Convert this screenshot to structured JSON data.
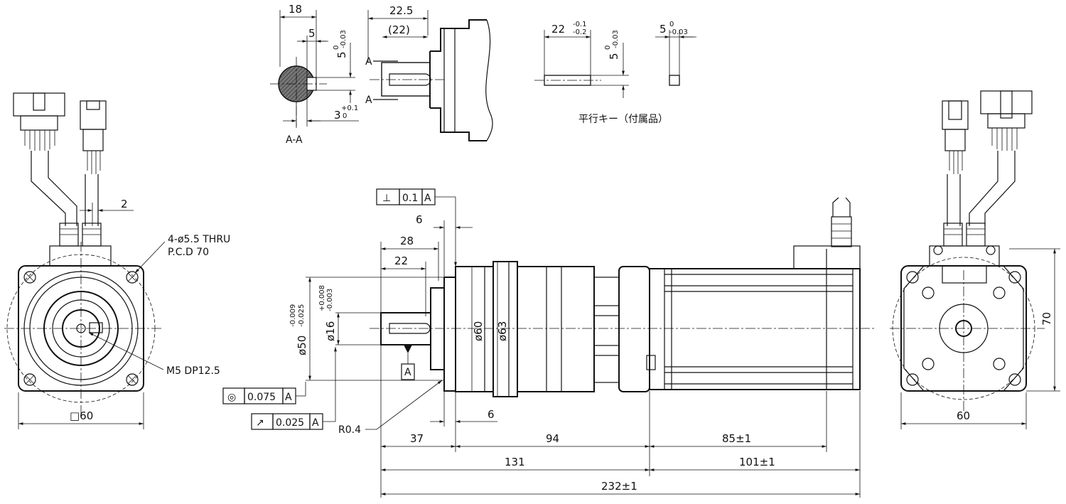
{
  "section_view": {
    "dim_18": "18",
    "dim_5": "5",
    "dim_5_base": "5",
    "dim_5_tol_up": "0",
    "dim_5_tol_lo": "-0.03",
    "dim_3_base": "3",
    "dim_3_tol_up": "+0.1",
    "dim_3_tol_lo": "0",
    "label": "A-A"
  },
  "shaft_side_view": {
    "dim_22_5": "22.5",
    "dim_22_ref": "(22)",
    "section_mark_top": "A",
    "section_mark_bottom": "A"
  },
  "key_detail": {
    "length_base": "22",
    "length_tol_up": "-0.1",
    "length_tol_lo": "-0.2",
    "height_base": "5",
    "height_tol_up": "0",
    "height_tol_lo": "-0.03",
    "width_base": "5",
    "width_tol_up": "0",
    "width_tol_lo": "-0.03",
    "caption": "平行キー（付属品）"
  },
  "front_view": {
    "dim_2": "2",
    "holes_note_line1": "4-ø5.5 THRU",
    "holes_note_line2": "P.C.D 70",
    "tap_note": "M5 DP12.5",
    "square_dim": "□60"
  },
  "side_view": {
    "perp_symbol": "⊥",
    "perp_value": "0.1",
    "perp_datum": "A",
    "dim_6_top": "6",
    "dim_28": "28",
    "dim_22": "22",
    "dia_50_base": "ø50",
    "dia_50_tol_up": "-0.009",
    "dia_50_tol_lo": "-0.025",
    "dia_16_base": "ø16",
    "dia_16_tol_up": "+0.008",
    "dia_16_tol_lo": "-0.003",
    "datum_label": "A",
    "dia_60": "ø60",
    "dia_63": "ø63",
    "conc_symbol": "◎",
    "conc_value": "0.075",
    "conc_datum": "A",
    "runout_symbol": "↗",
    "runout_value": "0.025",
    "runout_datum": "A",
    "radius_note": "R0.4",
    "dim_6_bottom": "6",
    "dim_37": "37",
    "dim_94": "94",
    "dim_85": "85±1",
    "dim_131": "131",
    "dim_101": "101±1",
    "dim_232": "232±1"
  },
  "rear_view": {
    "dim_70": "70",
    "dim_60": "60"
  }
}
